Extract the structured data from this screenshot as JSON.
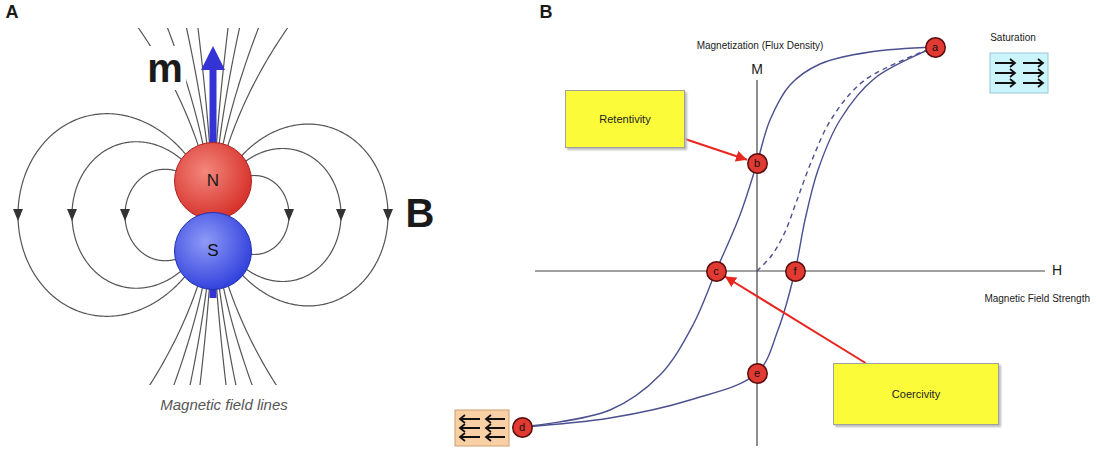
{
  "diagram": {
    "nodes": [
      {
        "text": [
          "N"
        ]
      },
      {
        "text": [
          "S"
        ]
      },
      {
        "text": [
          "Retentivity"
        ]
      },
      {
        "text": [
          "a"
        ]
      },
      {
        "text": [
          "b"
        ]
      },
      {
        "text": [
          "c"
        ]
      },
      {
        "text": [
          "f"
        ]
      },
      {
        "text": [
          "Coercivity"
        ]
      },
      {
        "text": [
          "e"
        ]
      },
      {
        "text": [
          "d"
        ]
      }
    ],
    "edges": [
      {
        "from": 2,
        "to": 4,
        "arrow": "to"
      },
      {
        "from": 7,
        "to": 5,
        "arrow": "to"
      }
    ],
    "labels": [
      "A",
      "B",
      "m",
      "B",
      "Magnetic field lines",
      "Magnetization (Flux Density)",
      "M",
      "Saturation",
      "H",
      "Magnetic Field Strength"
    ]
  }
}
